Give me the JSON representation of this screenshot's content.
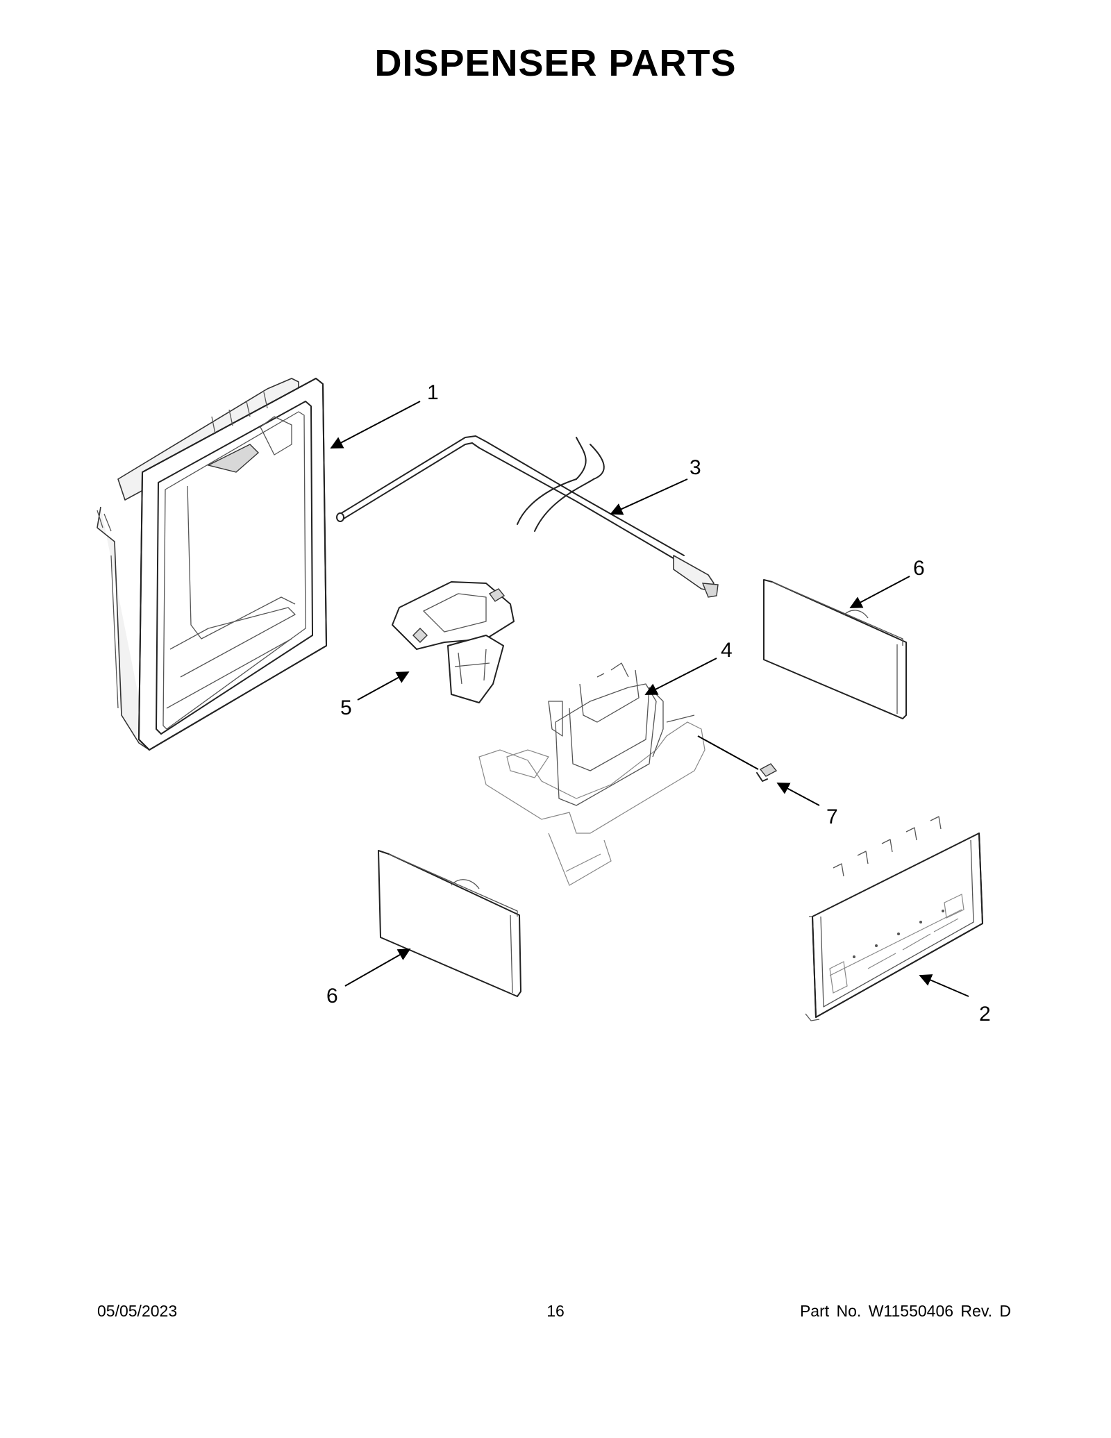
{
  "page": {
    "title": "DISPENSER PARTS",
    "date": "05/05/2023",
    "page_number": "16",
    "part_number": "Part No.  W11550406   Rev.  D"
  },
  "callouts": [
    {
      "id": "c1",
      "label": "1"
    },
    {
      "id": "c2",
      "label": "2"
    },
    {
      "id": "c3",
      "label": "3"
    },
    {
      "id": "c4",
      "label": "4"
    },
    {
      "id": "c5",
      "label": "5"
    },
    {
      "id": "c6a",
      "label": "6"
    },
    {
      "id": "c6b",
      "label": "6"
    },
    {
      "id": "c7",
      "label": "7"
    }
  ]
}
